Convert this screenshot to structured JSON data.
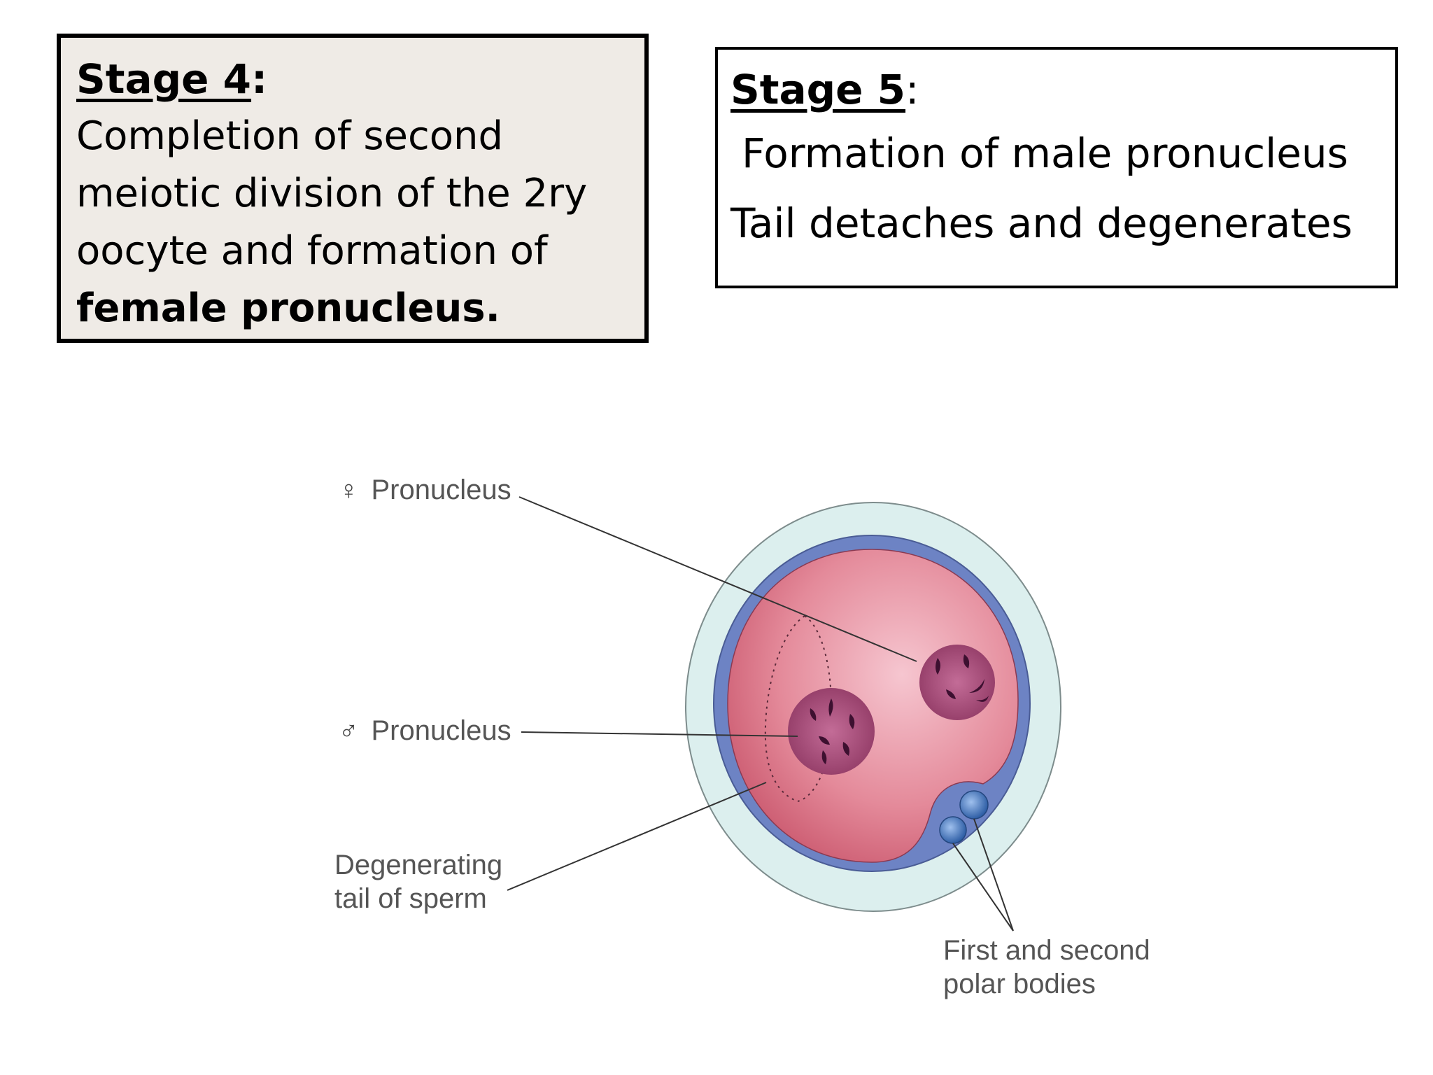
{
  "stage4": {
    "heading": "Stage 4",
    "colon": ":",
    "body": "Completion of second meiotic division of the 2ry oocyte and formation of",
    "body_bold": "female pronucleus."
  },
  "stage5": {
    "heading": "Stage 5",
    "colon": ":",
    "line1": "Formation of male pronucleus",
    "line2": "Tail detaches and degenerates"
  },
  "diagram": {
    "female_symbol": "♀",
    "female_label": "Pronucleus",
    "male_symbol": "♂",
    "male_label": "Pronucleus",
    "tail_label_line1": "Degenerating",
    "tail_label_line2": "tail of sperm",
    "polar_label_line1": "First and second",
    "polar_label_line2": "polar bodies",
    "colors": {
      "zona": "#d8ecec",
      "perivitelline": "#6f86c2",
      "cytoplasm": "#d96b7d",
      "pronucleus": "#9a3f6a",
      "polar_body": "#3f6fb5"
    }
  }
}
